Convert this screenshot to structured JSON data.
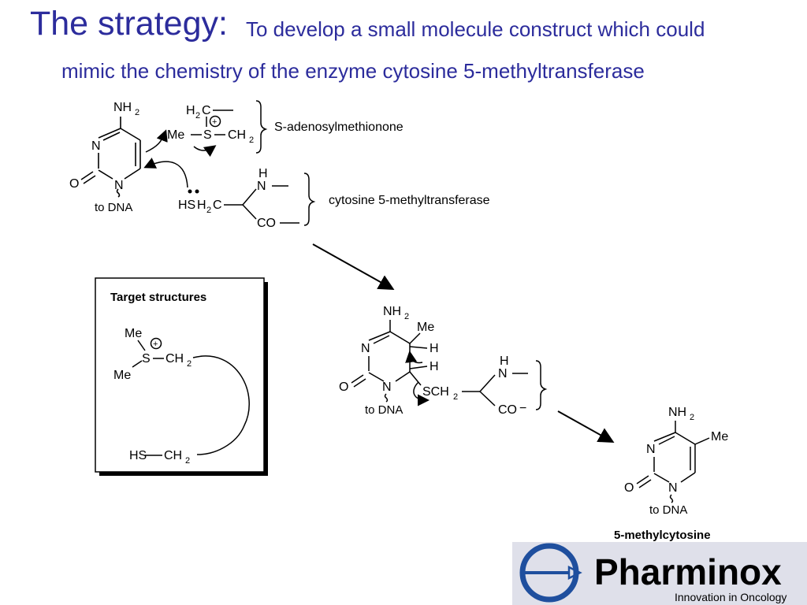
{
  "title": {
    "main": "The strategy:",
    "subtitle_line1": "To develop a small molecule construct which could",
    "subtitle_line2": "mimic the chemistry of  the enzyme cytosine 5-methyltransferase"
  },
  "labels": {
    "sam": "S-adenosylmethionone",
    "enzyme": "cytosine 5-methyltransferase",
    "target_box": "Target structures",
    "product": "5-methylcytosine",
    "to_dna": "to DNA"
  },
  "atoms": {
    "nh2": "NH",
    "n": "N",
    "o": "O",
    "h2c": "H",
    "me": "Me",
    "s": "S",
    "ch2": "CH",
    "h": "H",
    "hs": "HS",
    "co": "CO",
    "sch2": "SCH",
    "c": "C",
    "two": "2",
    "minus": "−",
    "plus": "+"
  },
  "logo": {
    "name": "Pharminox",
    "tagline": "Innovation in Oncology"
  },
  "colors": {
    "title": "#2c2c9c",
    "logo_blue": "#1f4f9e",
    "tagline": "#b23a4a"
  }
}
